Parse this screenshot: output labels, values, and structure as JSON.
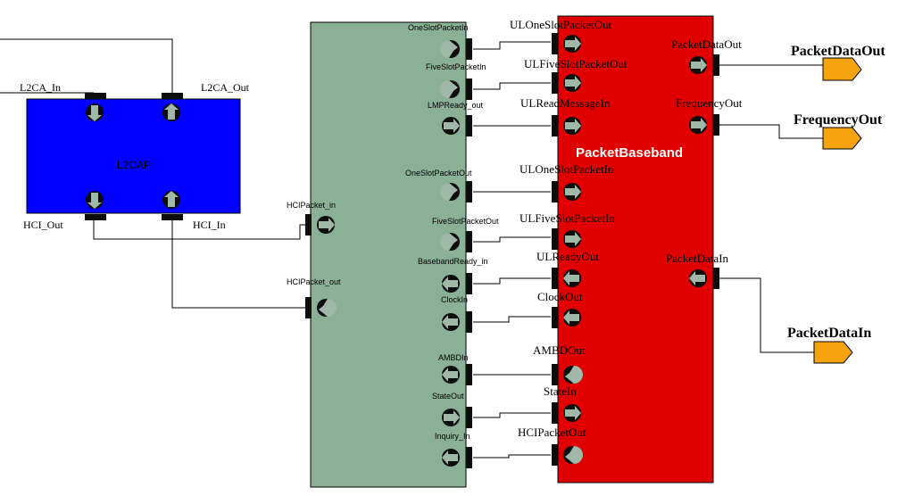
{
  "blocks": {
    "l2cap": {
      "label": "L2CAP",
      "color": "#0000ff"
    },
    "hci": {
      "label": "",
      "color": "#8ab095"
    },
    "baseband": {
      "label": "PacketBaseband",
      "color": "#e00000"
    }
  },
  "port_labels": {
    "l2ca_in": "L2CA_In",
    "l2ca_out": "L2CA_Out",
    "hci_out": "HCI_Out",
    "hci_in": "HCI_In",
    "hcipacket_in": "HCIPacket_in",
    "hcipacket_out": "HCIPacket_out",
    "oneslotpacketin": "OneSlotPacketIn",
    "fiveslotpacketin": "FiveSlotPacketIn",
    "lmpready_out": "LMPReady_out",
    "oneslotpacketout": "OneSlotPacketOut",
    "fiveslotpacketout": "FiveSlotPacketOut",
    "basebandready_in": "BasebandReady_in",
    "clockin": "ClockIn",
    "ambdin": "AMBDIn",
    "stateout": "StateOut",
    "inquiry_in": "Inquiry_In",
    "uloneslotpacketout": "ULOneSlotPacketOut",
    "ulfiveslotpacketout": "ULFiveSlotPacketOut",
    "ulreadmessagein": "ULReadMessageIn",
    "uloneslotpacketin": "ULOneSlotPacketIn",
    "ulfiveslotpacketin": "ULFiveSlotPacketIn",
    "ulreadyout": "ULReadyOut",
    "clockout": "ClockOut",
    "ambdout": "AMBDOut",
    "statein": "StateIn",
    "hcipacketout": "HCIPacketOut",
    "packetdataout_port": "PacketDataOut",
    "frequencyout_port": "FrequencyOut",
    "packetdatain_port": "PacketDataIn"
  },
  "external_ports": {
    "packetdataout": "PacketDataOut",
    "frequencyout": "FrequencyOut",
    "packetdatain": "PacketDataIn"
  },
  "colors": {
    "port_fill": "#0d0d0d",
    "port_arrow": "#9fb8a8",
    "external_port": "#f5a30f",
    "wire": "#000000"
  }
}
